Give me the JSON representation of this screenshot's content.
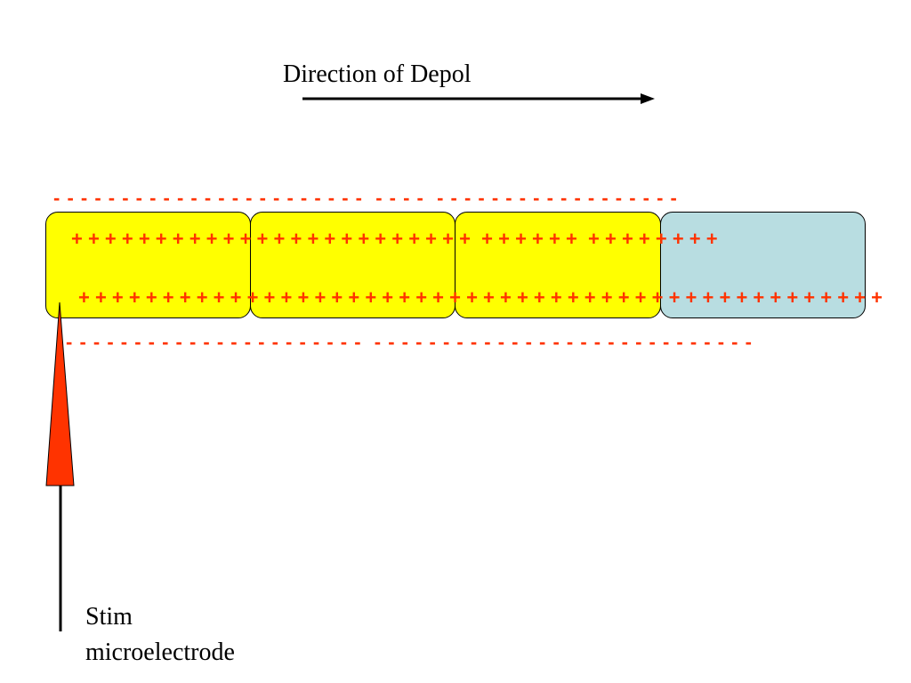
{
  "title": "Direction of Depol",
  "labels": {
    "line1": "Stim",
    "line2": "microelectrode"
  },
  "charges": {
    "outside_top": "- - - - - - - - - - - - - - - - - - - - - - -  - - - -  - - - - - - - - - - - - - - - - - -",
    "inside_top": "+ + + + + + + + + + + + + + + + + + + + + + + +  + + + + + +  + + + + + + + +",
    "inside_bottom": "+ + + + + + + + + + + + + + + + + + + + + + + + + + + + + + + + + + + + + + + + + + + + + + + +",
    "outside_bottom": "- - - - - - - - - - - - - - - - - - - - - -  - - - - - - - - - - - - - - - - - - - - - - - - - - - -"
  },
  "cells": [
    {
      "state": "depolarized",
      "color": "#ffff00"
    },
    {
      "state": "depolarized",
      "color": "#ffff00"
    },
    {
      "state": "depolarized",
      "color": "#ffff00"
    },
    {
      "state": "resting",
      "color": "#b8dde1"
    }
  ],
  "colors": {
    "charge": "#ff3300",
    "electrode": "#ff3300",
    "arrow": "#000000"
  }
}
